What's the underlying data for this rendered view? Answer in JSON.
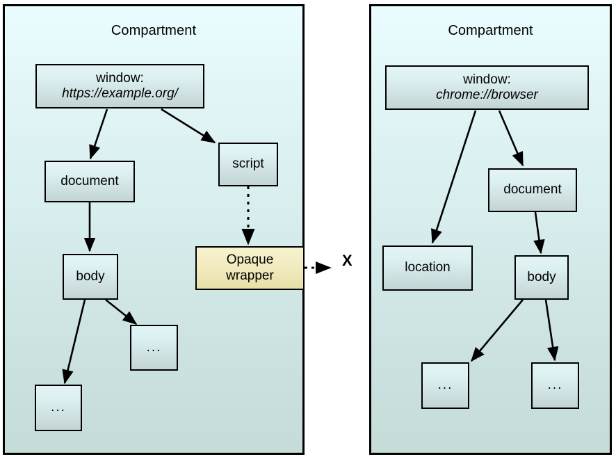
{
  "diagram": {
    "title_text": "Compartment",
    "x_marker": "X",
    "colors": {
      "compartment_fill_top": "#eafcff",
      "compartment_fill_bottom": "#c5dcd9",
      "node_fill_top": "#e3f4f6",
      "node_fill_bottom": "#c3d4d4",
      "opaque_fill_top": "#f7f3ce",
      "opaque_fill_bottom": "#e8dfa8",
      "stroke": "#000000",
      "page_background": "#ffffff"
    }
  },
  "left_compartment": {
    "title": "Compartment",
    "nodes": {
      "window": {
        "line1": "window:",
        "line2": "https://example.org/"
      },
      "document": {
        "label": "document"
      },
      "script": {
        "label": "script"
      },
      "body": {
        "label": "body"
      },
      "opaque_wrapper": {
        "line1": "Opaque",
        "line2": "wrapper"
      },
      "ellipsis_right": {
        "label": "..."
      },
      "ellipsis_left": {
        "label": "..."
      }
    }
  },
  "right_compartment": {
    "title": "Compartment",
    "nodes": {
      "window": {
        "line1": "window:",
        "line2": "chrome://browser"
      },
      "document": {
        "label": "document"
      },
      "location": {
        "label": "location"
      },
      "body": {
        "label": "body"
      },
      "ellipsis_left": {
        "label": "..."
      },
      "ellipsis_right": {
        "label": "..."
      }
    }
  },
  "cross_link": {
    "marker": "X"
  }
}
